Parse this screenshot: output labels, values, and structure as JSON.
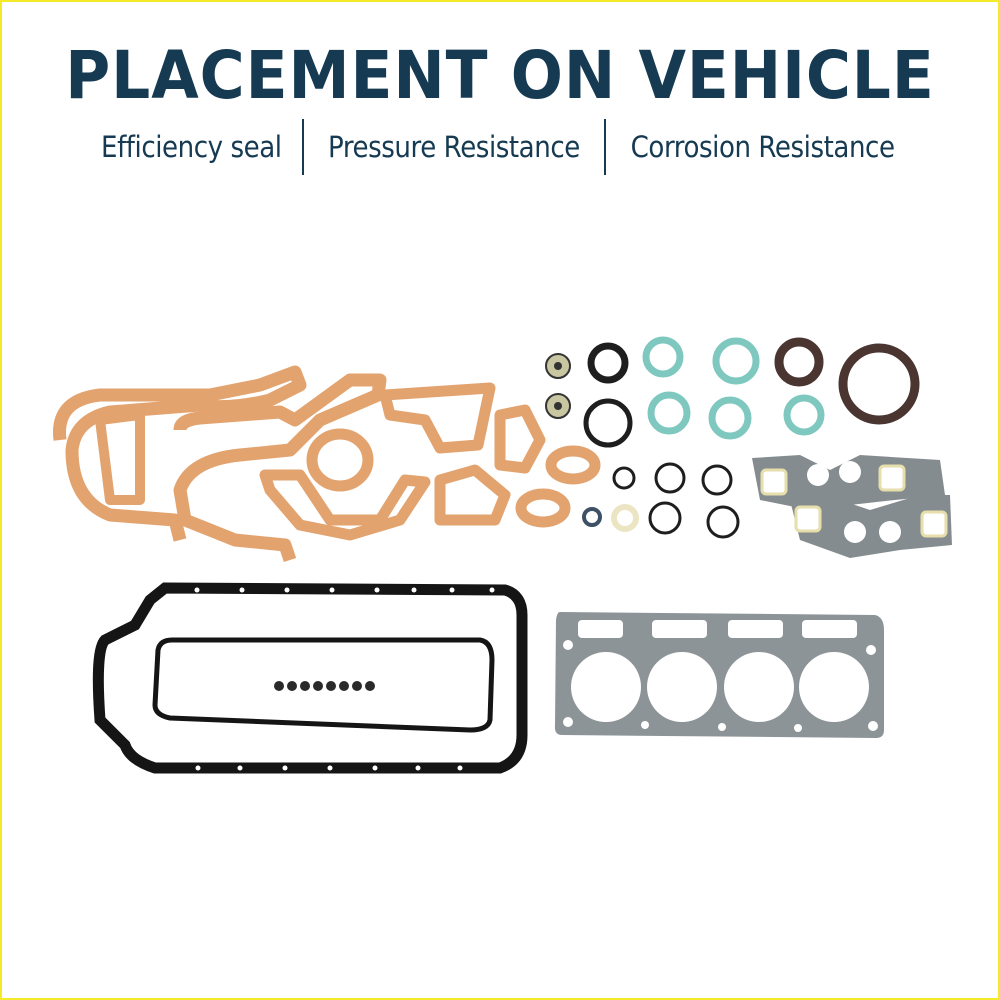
{
  "header": {
    "title": "PLACEMENT ON VEHICLE",
    "features": [
      "Efficiency seal",
      "Pressure Resistance",
      "Corrosion Resistance"
    ]
  },
  "colors": {
    "title_text": "#153a52",
    "border": "#f4ea2a",
    "paper_gasket": "#e3a36e",
    "teal_ring": "#7fc8c0",
    "rubber_black": "#1e1e1e",
    "brown_seal": "#4a3530",
    "steel_gasket": "#8d9498"
  },
  "product_image": {
    "description": "Engine full gasket kit laid out on white background",
    "parts": [
      "timing-cover-paper-gaskets",
      "water-pump-paper-gaskets",
      "valve-stem-seals",
      "o-rings",
      "teal-fiber-washers",
      "crankshaft-oil-seals",
      "intake-exhaust-manifold-gaskets",
      "oil-pan-gasket",
      "valve-cover-gasket",
      "spark-plug-tube-seals",
      "cylinder-head-gasket"
    ]
  }
}
